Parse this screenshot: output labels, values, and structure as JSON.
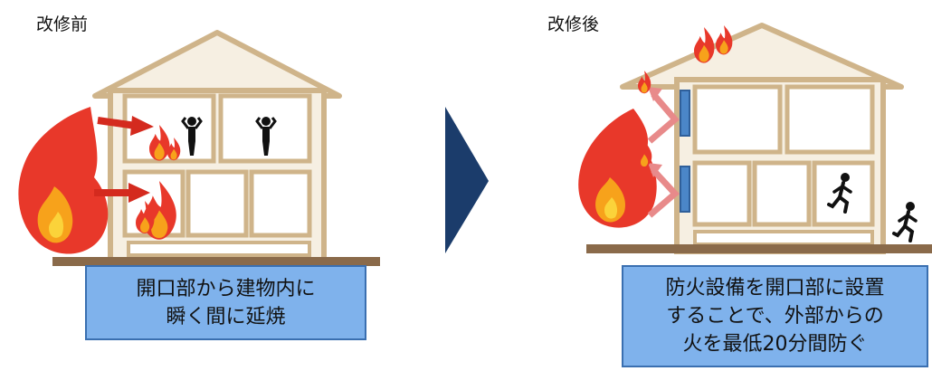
{
  "before": {
    "title": "改修前",
    "caption_lines": [
      "開口部から建物内に",
      "瞬く間に延焼"
    ]
  },
  "after": {
    "title": "改修後",
    "caption_lines": [
      "防火設備を開口部に設置",
      "することで、外部からの",
      "火を最低20分間防ぐ"
    ]
  },
  "colors": {
    "house_frame": "#cfb48a",
    "house_fill": "#f6efe2",
    "ground": "#8a6a4a",
    "flame_outer": "#e8382a",
    "flame_inner": "#f7a21b",
    "flame_core": "#fbd33a",
    "arrow_before": "#d42a1e",
    "arrow_after": "#e88a8a",
    "shutter": "#4b86c8",
    "caption_bg": "#7fb2ec",
    "caption_border": "#3a6fb0",
    "chevron": "#1b3c6b"
  }
}
